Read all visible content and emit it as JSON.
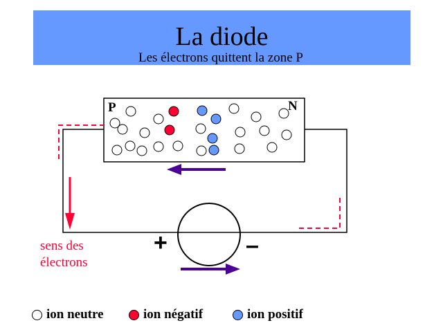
{
  "title": "La diode",
  "subtitle": "Les électrons quittent la zone P",
  "labels": {
    "p": "P",
    "n": "N",
    "plus": "+",
    "minus": "–",
    "sens_line1": "sens des",
    "sens_line2": "électrons"
  },
  "legend": [
    {
      "label": "ion neutre",
      "color": "#ffffff"
    },
    {
      "label": "ion négatif",
      "color": "#ff0033"
    },
    {
      "label": "ion positif",
      "color": "#6699ff"
    }
  ],
  "colors": {
    "banner": "#6699ff",
    "negative": "#ff0033",
    "positive": "#6699ff",
    "arrow": "#4b0096",
    "electron": "#ff0033"
  }
}
